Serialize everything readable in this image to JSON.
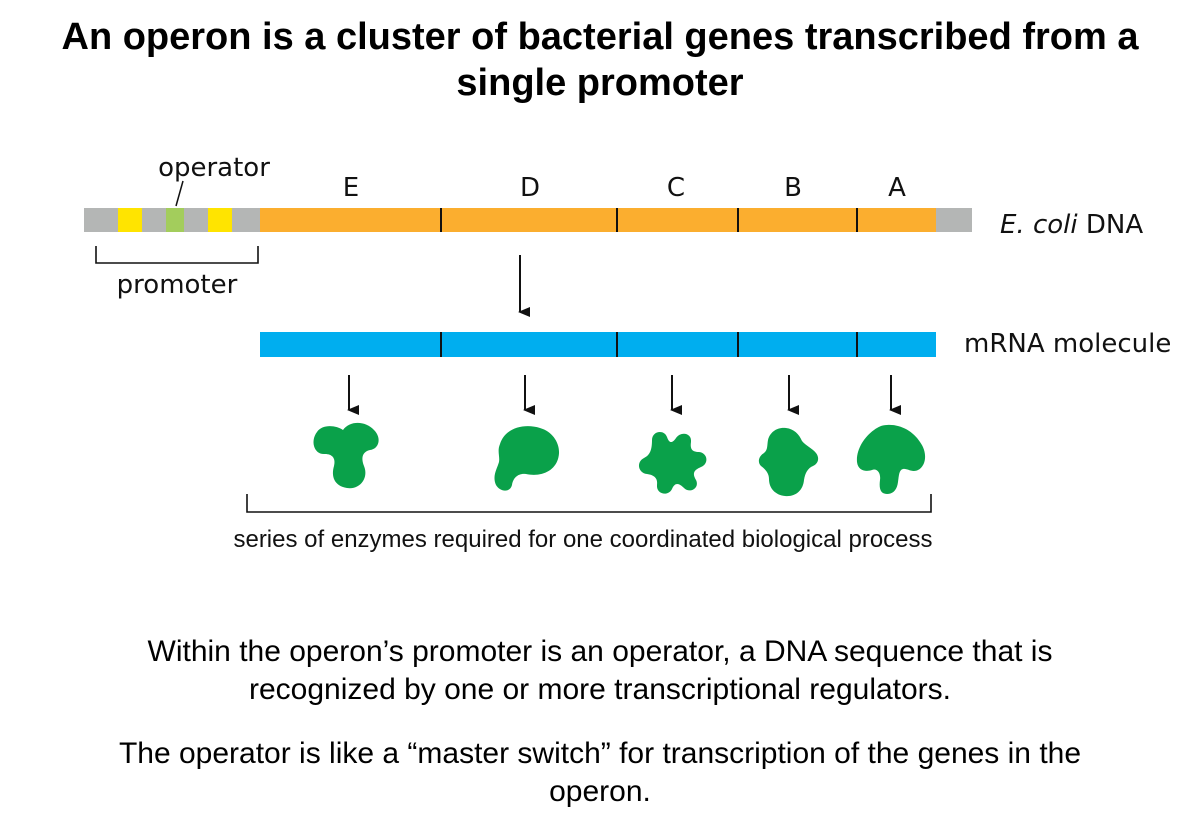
{
  "title": {
    "line1": "An operon is a cluster of bacterial genes transcribed from a",
    "line2": "single promoter"
  },
  "diagram": {
    "operator_label": "operator",
    "promoter_label": "promoter",
    "genes": [
      "E",
      "D",
      "C",
      "B",
      "A"
    ],
    "dna_label_italic": "E. coli",
    "dna_label_rest": " DNA",
    "mrna_label": "mRNA molecule",
    "enzymes_caption": "series of enzymes required for one coordinated biological process",
    "colors": {
      "gene_region": "#FBAE2F",
      "flank": "#B4B6B5",
      "promoter_box": "#FFE400",
      "operator_box": "#A3CD5C",
      "mrna": "#00AEEF",
      "enzyme": "#0AA14A"
    }
  },
  "paragraphs": {
    "p1": {
      "line1": "Within the operon’s promoter is an operator, a DNA sequence that is",
      "line2": "recognized by one or more transcriptional regulators."
    },
    "p2": {
      "line1": "The operator is like a “master switch” for transcription of the genes in the",
      "line2": "operon."
    }
  }
}
